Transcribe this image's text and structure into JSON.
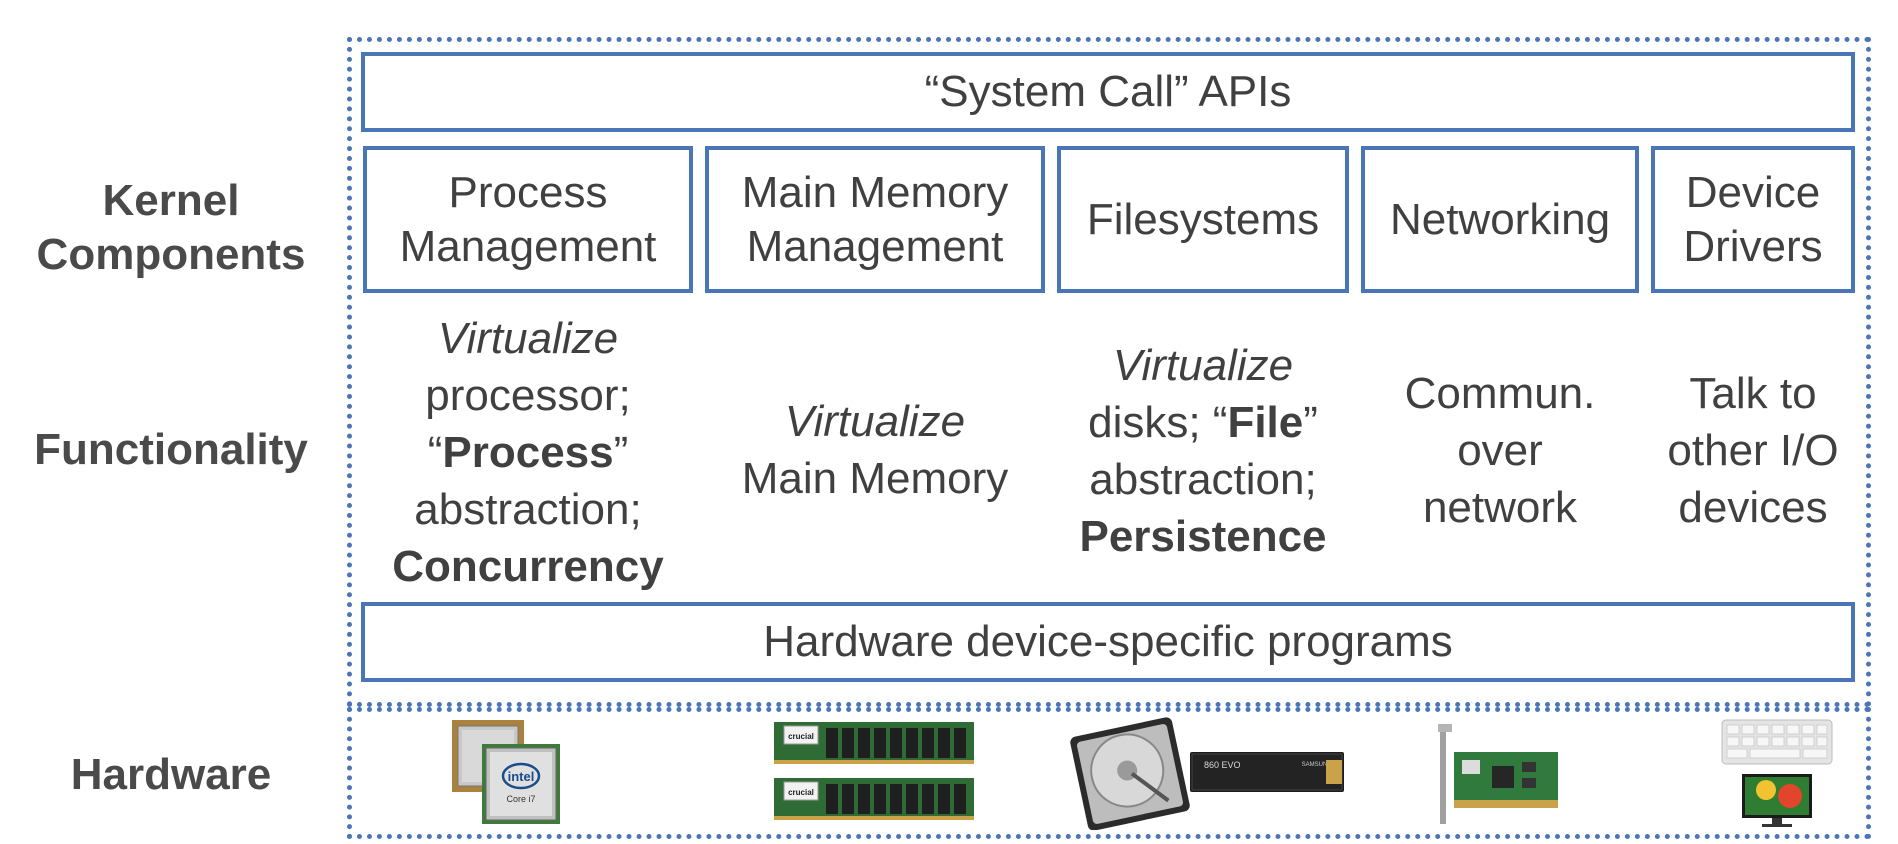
{
  "rows": {
    "kernel_components": [
      "Kernel",
      "Components"
    ],
    "functionality": "Functionality",
    "hardware": "Hardware"
  },
  "system_call_api": "“System Call” APIs",
  "components": [
    {
      "lines": [
        "Process",
        "Management"
      ]
    },
    {
      "lines": [
        "Main Memory",
        "Management"
      ]
    },
    {
      "lines": [
        "Filesystems"
      ]
    },
    {
      "lines": [
        "Networking"
      ]
    },
    {
      "lines": [
        "Device",
        "Drivers"
      ]
    }
  ],
  "functionality": {
    "process": {
      "virtualize": "Virtualize",
      "processor": "processor;",
      "q_open": "“",
      "process_word": "Process",
      "q_close": "”",
      "abstraction": "abstraction;",
      "concurrency": "Concurrency"
    },
    "memory": {
      "virtualize": "Virtualize",
      "main_memory": "Main Memory"
    },
    "filesystems": {
      "virtualize": "Virtualize",
      "disks": "disks; “",
      "file_word": "File",
      "q_close": "”",
      "abstraction": "abstraction;",
      "persistence": "Persistence"
    },
    "networking": [
      "Commun.",
      "over",
      "network"
    ],
    "drivers": [
      "Talk to",
      "other I/O",
      "devices"
    ]
  },
  "hardware_programs": "Hardware device-specific programs",
  "hardware_icons": [
    "cpu-chip-icon",
    "ram-modules-icon",
    "hard-disk-ssd-icon",
    "network-card-icon",
    "keyboard-monitor-icon"
  ],
  "chip_text": {
    "brand": "intel",
    "model": "Core i7",
    "ram_brand": "crucial",
    "ssd_model": "860 EVO",
    "ssd_brand": "SAMSUNG"
  },
  "colors": {
    "border": "#4a76b8",
    "text": "#404040"
  }
}
